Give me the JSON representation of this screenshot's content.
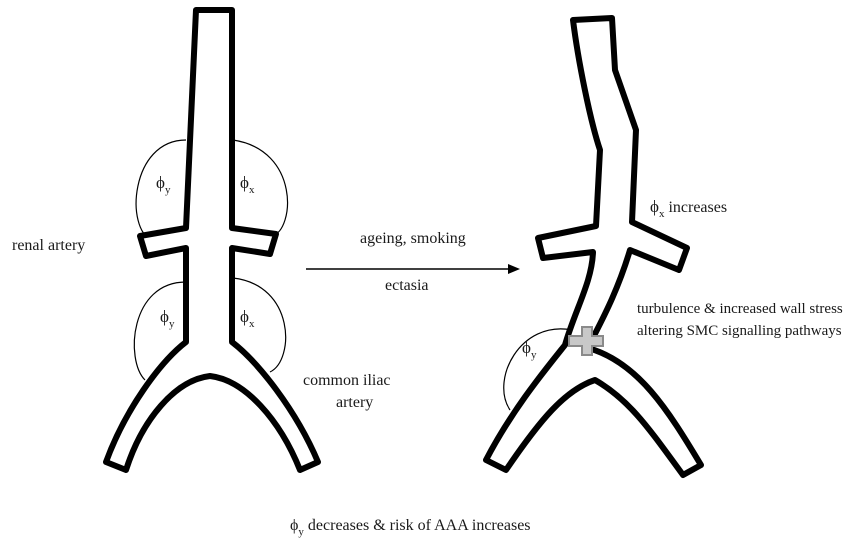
{
  "labels": {
    "renal_artery": "renal artery",
    "common_iliac_line1": "common iliac",
    "common_iliac_line2": "artery",
    "arrow_top": "ageing, smoking",
    "arrow_bottom": "ectasia",
    "phi_x_increases_rest": " increases",
    "turbulence_line1": "turbulence & increased wall stress",
    "turbulence_line2": "altering SMC signalling pathways",
    "caption_rest": " decreases & risk of AAA increases"
  },
  "symbols": {
    "phi": "ϕ",
    "sub_y": "y",
    "sub_x": "x"
  },
  "colors": {
    "outline": "#000000",
    "fill": "#ffffff",
    "aneurysm_fill": "#c8c8c8",
    "aneurysm_stroke": "#8a8a8a",
    "text": "#1a1a1a"
  }
}
